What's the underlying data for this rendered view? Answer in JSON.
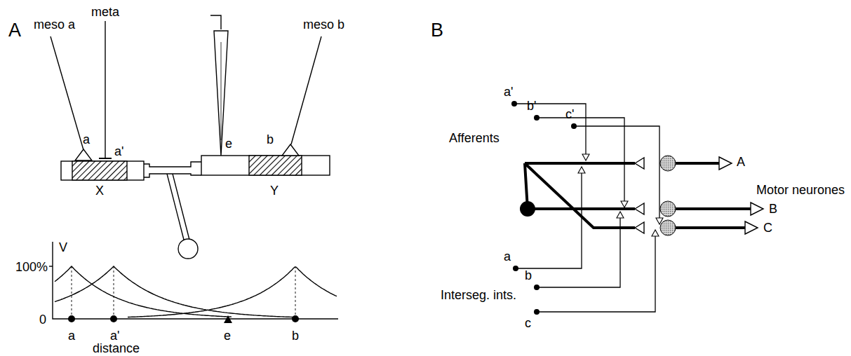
{
  "diagram": {
    "labels": [
      "A",
      "meso a",
      "meta",
      "meso b",
      "a",
      "a'",
      "e",
      "b",
      "X",
      "Y",
      "V",
      "100%",
      "0",
      "a",
      "a'",
      "e",
      "b",
      "distance",
      "B",
      "a'",
      "b'",
      "Afferents",
      "c'",
      "A",
      "B",
      "Motor neurones",
      "C",
      "a",
      "Interseg. ints.",
      "b",
      "c"
    ]
  }
}
